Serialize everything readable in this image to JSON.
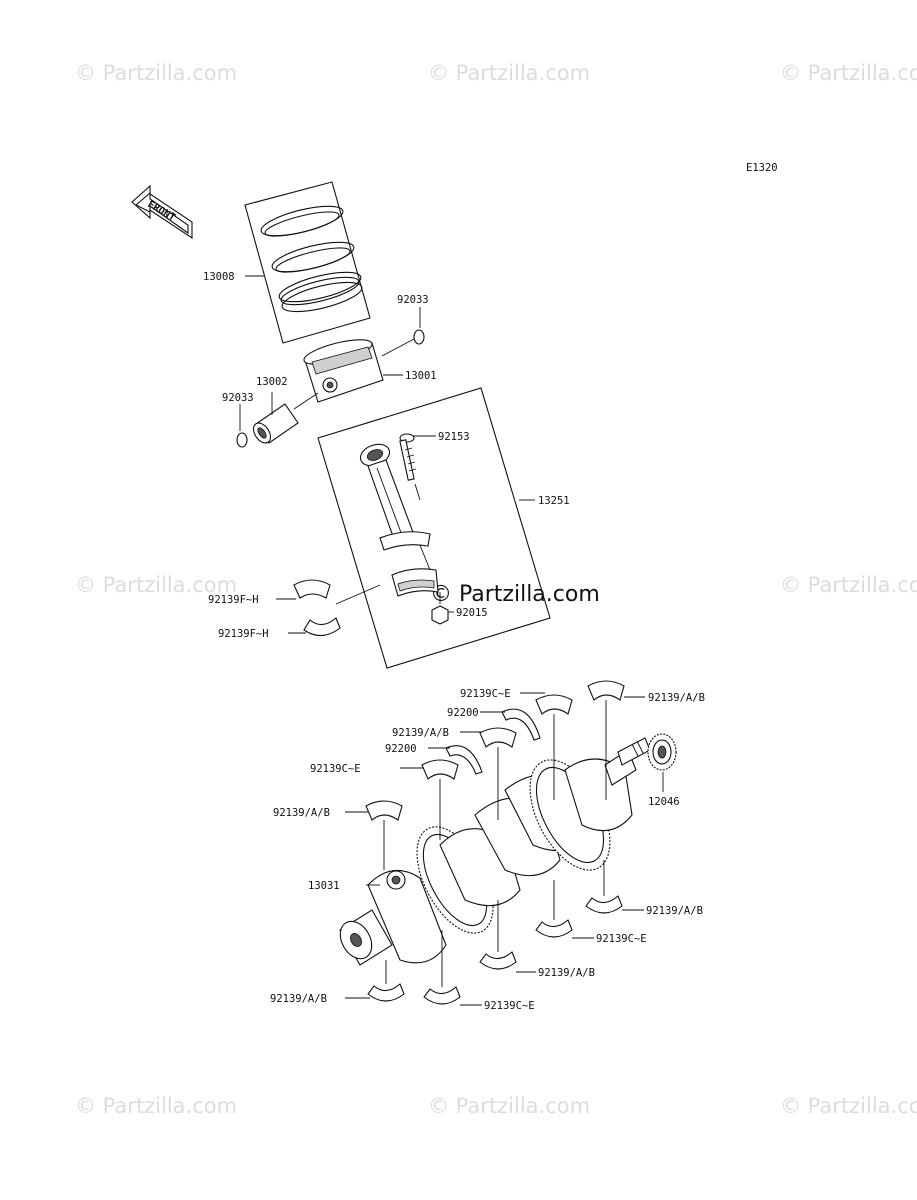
{
  "diagram_code": "E1320",
  "front_arrow_label": "FRONT",
  "watermark": "© Partzilla.com",
  "callouts": {
    "piston_ring_set": "13008",
    "circlip_upper": "92033",
    "piston": "13001",
    "piston_pin": "13002",
    "circlip_lower": "92033",
    "conrod_bolt": "92153",
    "connecting_rod": "13251",
    "conrod_bearing_upper": "92139F~H",
    "conrod_nut": "92015",
    "conrod_bearing_lower": "92139F~H",
    "main_top_a": "92139C~E",
    "main_top_b": "92139/A/B",
    "thrust_washer_a": "92200",
    "main_top_c": "92139/A/B",
    "thrust_washer_b": "92200",
    "main_top_d": "92139C~E",
    "main_top_e": "92139/A/B",
    "gear_12046": "12046",
    "crankshaft": "13031",
    "main_bottom_a": "92139/A/B",
    "main_bottom_b": "92139C~E",
    "main_bottom_c": "92139/A/B",
    "main_bottom_d": "92139/A/B",
    "main_bottom_e": "92139C~E"
  }
}
